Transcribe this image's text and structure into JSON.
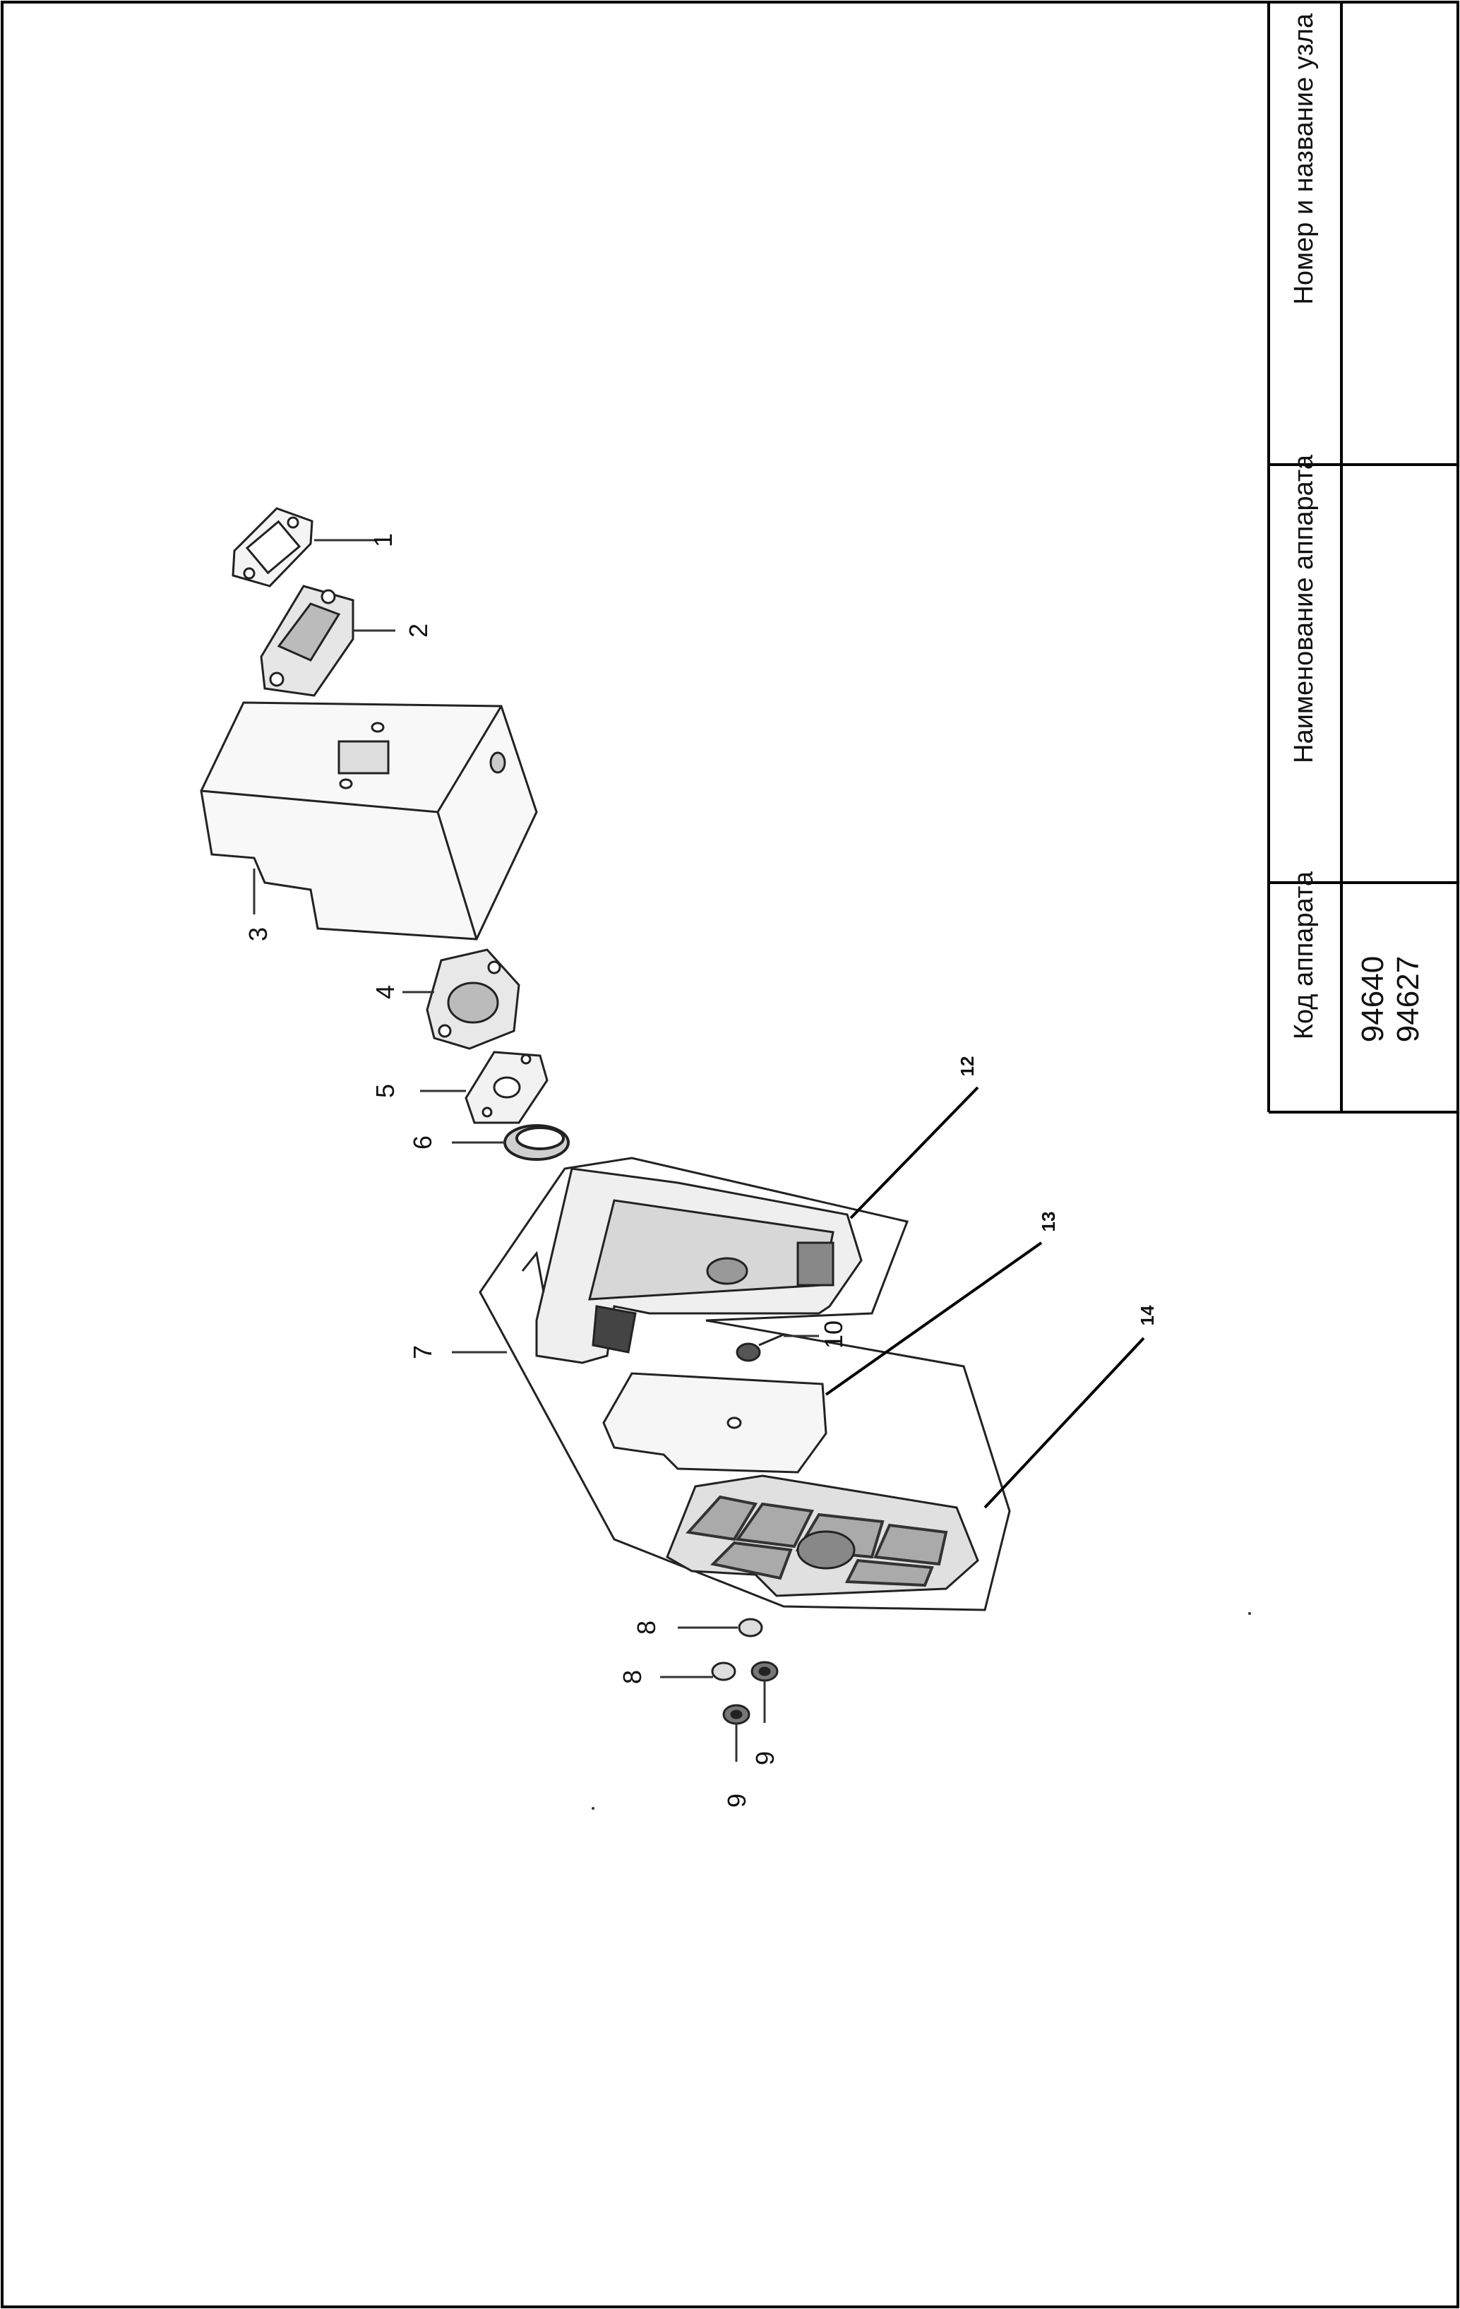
{
  "title_block": {
    "col_code": "Код аппарата",
    "col_device_name": "Наименование аппарата",
    "col_unit": "Номер и название узла",
    "codes": [
      "94640",
      "94627"
    ]
  },
  "callouts": [
    "1",
    "2",
    "3",
    "4",
    "5",
    "6",
    "7",
    "8",
    "8",
    "9",
    "9",
    "10",
    "12",
    "13",
    "14"
  ]
}
